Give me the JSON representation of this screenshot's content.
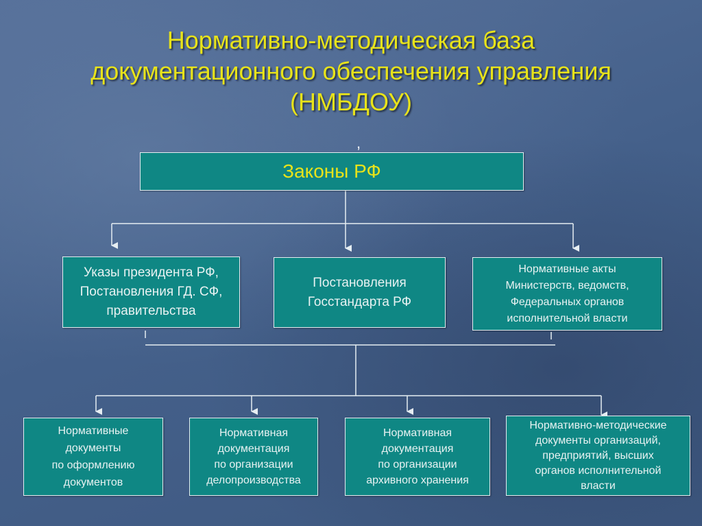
{
  "title": {
    "line1": "Нормативно-методическая база",
    "line2": "документационного обеспечения управления",
    "line3": "(НМБДОУ)"
  },
  "stray_mark": ",",
  "boxes": {
    "laws": "Законы РФ",
    "ukazy": "Указы президента РФ,\nПостановления ГД. СФ,\nправительства",
    "gost": "Постановления\nГосстандарта РФ",
    "ministries": "Нормативные акты\nМинистерств, ведомств,\nФедеральных органов\nисполнительной власти",
    "doc_format": "Нормативные\nдокументы\nпо оформлению\nдокументов",
    "doc_office": "Нормативная\nдокументация\nпо организации\nделопроизводства",
    "doc_archive": "Нормативная\nдокументация\nпо организации\nархивного хранения",
    "doc_methodical": "Нормативно-методические\nдокументы организаций,\nпредприятий, высших\nорганов исполнительной\nвласти"
  },
  "colors": {
    "background": "#48628a",
    "box_fill": "#0f8784",
    "title": "#e8e31a",
    "line": "#e6eef2"
  }
}
